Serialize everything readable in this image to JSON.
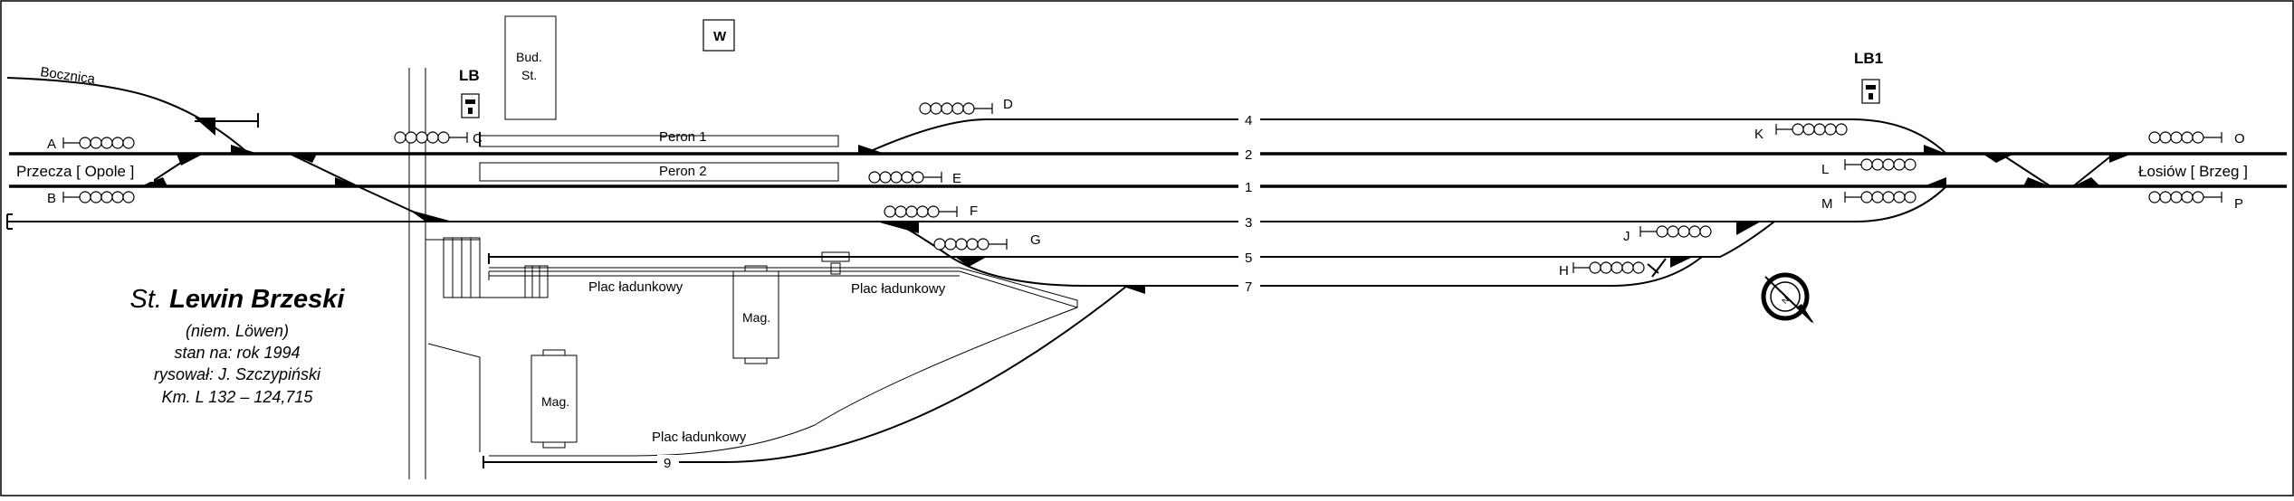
{
  "title": {
    "prefix": "St.",
    "name": "Lewin Brzeski"
  },
  "info": [
    "(niem. Löwen)",
    "stan na: rok 1994",
    "rysował: J. Szczypiński",
    "Km. L 132 – 124,715"
  ],
  "directions": {
    "left": "Przecza [ Opole ]",
    "right": "Łosiów [ Brzeg ]",
    "siding": "Bocznica"
  },
  "boxes": {
    "w": "W",
    "lb": "LB",
    "lb1": "LB1",
    "bud_l1": "Bud.",
    "bud_l2": "St.",
    "mag1": "Mag.",
    "mag2": "Mag."
  },
  "platforms": [
    "Peron 1",
    "Peron 2"
  ],
  "loading": [
    "Plac ładunkowy",
    "Plac ładunkowy",
    "Plac ładunkowy"
  ],
  "tracks": [
    "4",
    "2",
    "1",
    "3",
    "5",
    "7",
    "9"
  ],
  "signals": [
    "A",
    "B",
    "C",
    "D",
    "E",
    "F",
    "G",
    "H",
    "J",
    "K",
    "L",
    "M",
    "O",
    "P"
  ],
  "compass": "N"
}
